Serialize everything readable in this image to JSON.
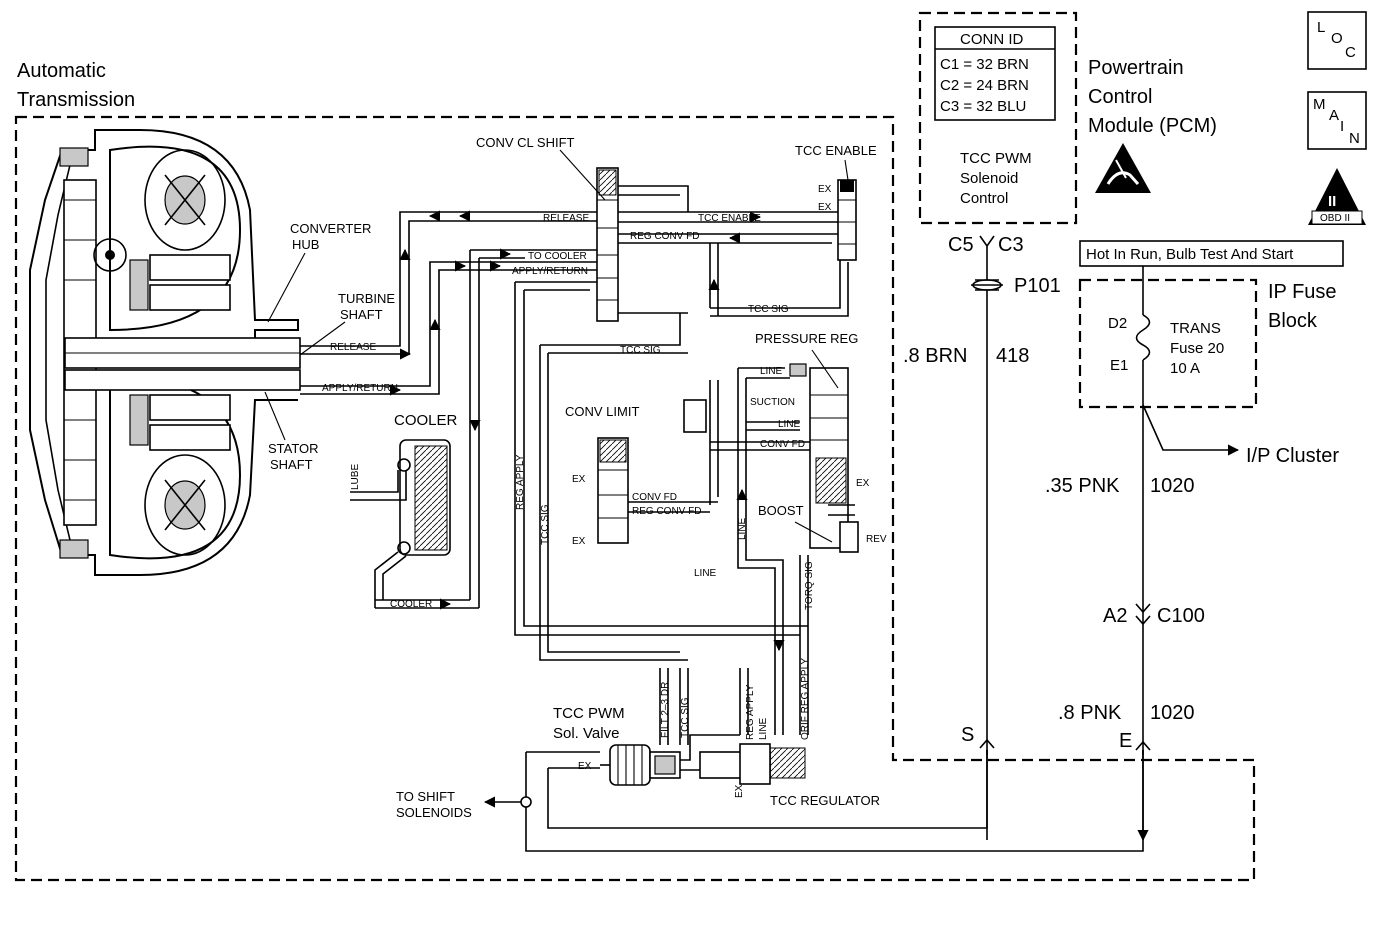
{
  "transmission": {
    "title_line1": "Automatic",
    "title_line2": "Transmission",
    "converter_hub_1": "CONVERTER",
    "converter_hub_2": "HUB",
    "turbine_shaft_1": "TURBINE",
    "turbine_shaft_2": "SHAFT",
    "stator_shaft_1": "STATOR",
    "stator_shaft_2": "SHAFT",
    "release_shaft": "RELEASE",
    "apply_return_shaft": "APPLY/RETURN"
  },
  "hydraulics": {
    "conv_cl_shift": "CONV CL SHIFT",
    "tcc_enable_title": "TCC ENABLE",
    "ex_1": "EX",
    "ex_2": "EX",
    "release": "RELEASE",
    "tcc_enable_line": "TCC ENABLE",
    "reg_conv_fd_top": "REG CONV FD",
    "to_cooler": "TO COOLER",
    "apply_return": "APPLY/RETURN",
    "tcc_sig_right": "TCC SIG",
    "tcc_sig_mid": "TCC SIG",
    "pressure_reg": "PRESSURE REG",
    "line_1": "LINE",
    "suction": "SUCTION",
    "line_2": "LINE",
    "conv_fd": "CONV FD",
    "ex_pr": "EX",
    "boost": "BOOST",
    "rev": "REV",
    "conv_limit": "CONV LIMIT",
    "ex_cl_1": "EX",
    "conv_fd_cl": "CONV FD",
    "reg_conv_fd_cl": "REG CONV FD",
    "ex_cl_2": "EX",
    "line_v": "LINE",
    "line_h": "LINE",
    "torq_sig": "TORQ SIG",
    "reg_apply_v": "REG APPLY",
    "tcc_sig_v": "TCC SIG",
    "cooler": "COOLER",
    "lube": "LUBE",
    "cooler_bottom": "COOLER",
    "filt": "FILT 2–3 DR",
    "tcc_sig_sol": "TCC SIG",
    "reg_apply_sol": "REG APPLY",
    "line_sol": "LINE",
    "orif_reg_apply": "ORIF REG APPLY",
    "tcc_pwm_1": "TCC PWM",
    "tcc_pwm_2": "Sol. Valve",
    "ex_sol": "EX",
    "ex_reg": "EX",
    "tcc_regulator": "TCC REGULATOR",
    "to_shift_1": "TO SHIFT",
    "to_shift_2": "SOLENOIDS"
  },
  "pcm": {
    "conn_id_title": "CONN ID",
    "conn_rows": [
      "C1 = 32 BRN",
      "C2 = 24 BRN",
      "C3 = 32 BLU"
    ],
    "ctrl_1": "TCC PWM",
    "ctrl_2": "Solenoid",
    "ctrl_3": "Control",
    "name_1": "Powertrain",
    "name_2": "Control",
    "name_3": "Module (PCM)"
  },
  "badges": {
    "loc_1": "L",
    "loc_2": "O",
    "loc_3": "C",
    "main_1": "M",
    "main_2": "A",
    "main_3": "I",
    "main_4": "N",
    "obd_numeral": "II",
    "obd_text": "OBD II"
  },
  "circuit": {
    "c5": "C5",
    "c3": "C3",
    "p101": "P101",
    "wire_brn_gauge": ".8 BRN",
    "wire_brn_num": "418",
    "pin_s": "S",
    "hot_in_run": "Hot In Run, Bulb Test And Start",
    "fuse_block_1": "IP Fuse",
    "fuse_block_2": "Block",
    "d2": "D2",
    "e1": "E1",
    "fuse_1": "TRANS",
    "fuse_2": "Fuse 20",
    "fuse_3": "10 A",
    "ip_cluster": "I/P Cluster",
    "wire_pnk1_gauge": ".35 PNK",
    "wire_pnk1_num": "1020",
    "a2": "A2",
    "c100": "C100",
    "wire_pnk2_gauge": ".8 PNK",
    "wire_pnk2_num": "1020",
    "pin_e": "E"
  }
}
